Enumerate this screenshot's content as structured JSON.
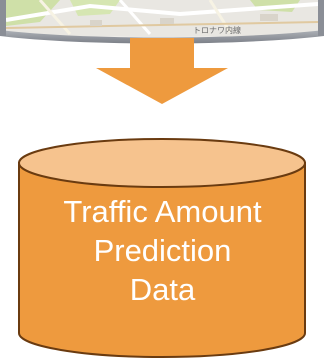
{
  "map": {
    "label": "トロナワ内線",
    "colors": {
      "frame": "#8a8e96",
      "base": "#e9e7e2",
      "green": "#c9dca3",
      "road": "#f2f0ea"
    }
  },
  "arrow": {
    "color": "#ee9a3e",
    "direction": "down",
    "icon": "down-arrow-icon"
  },
  "database": {
    "icon": "cylinder-icon",
    "lines": [
      "Traffic Amount",
      "Prediction",
      "Data"
    ],
    "colors": {
      "body": "#ee9a3e",
      "top": "#f6c38e",
      "outline": "#6a3b10",
      "text": "#ffffff"
    }
  }
}
